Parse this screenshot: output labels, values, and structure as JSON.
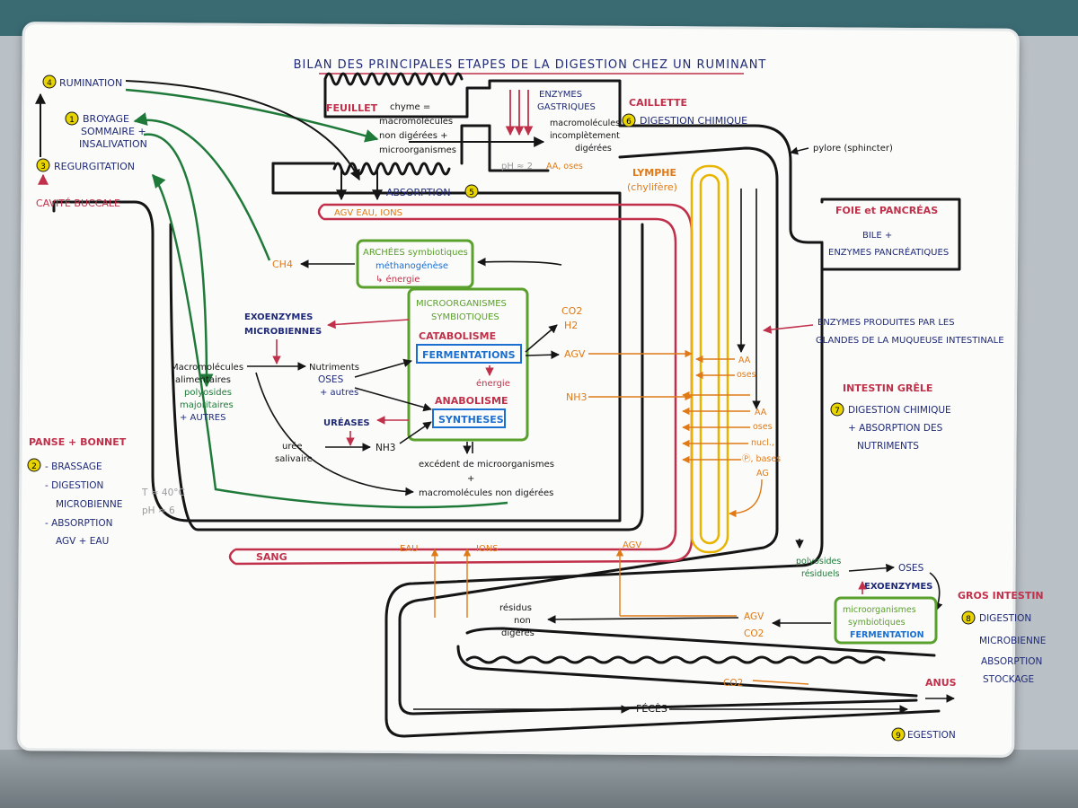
{
  "title": "BILAN DES PRINCIPALES ETAPES DE LA DIGESTION CHEZ UN RUMINANT",
  "colors": {
    "black": "#151515",
    "navy": "#1f2a78",
    "green": "#1f7a3a",
    "lightgreen": "#5aa02c",
    "red": "#c0304a",
    "orange": "#e07a16",
    "yellow": "#e8b400",
    "blue": "#1a6fd0",
    "brown": "#8a4a1c",
    "grey": "#9a9a9a"
  },
  "steps": {
    "rumination": "RUMINATION",
    "broyage_1": "BROYAGE",
    "broyage_2": "SOMMAIRE +",
    "broyage_3": "INSALIVATION",
    "regurgitation": "REGURGITATION",
    "n4": "4",
    "n1": "1",
    "n3": "3",
    "n2": "2",
    "n5": "5",
    "n6": "6",
    "n7": "7",
    "n8": "8",
    "n9": "9"
  },
  "organs": {
    "cavite_buccale": "CAVITÉ BUCCALE",
    "feuillet": "FEUILLET",
    "caillette": "CAILLETTE",
    "foie_pancreas": "FOIE et PANCRÉAS",
    "panse_bonnet": "PANSE + BONNET",
    "intestin_grele": "INTESTIN GRÊLE",
    "gros_intestin": "GROS INTESTIN",
    "anus": "ANUS",
    "lymphe_1": "LYMPHE",
    "lymphe_2": "(chylifère)",
    "sang": "SANG"
  },
  "feuillet": {
    "chyme_1": "chyme =",
    "chyme_2": "macromolécules",
    "chyme_3": "non digérées +",
    "chyme_4": "microorganismes",
    "absorption": "ABSORPTION",
    "agv_eau": "AGV    EAU, IONS"
  },
  "caillette": {
    "enzymes_1": "ENZYMES",
    "enzymes_2": "GASTRIQUES",
    "macro_1": "macromolécules",
    "macro_2": "incomplètement",
    "macro_3": "digérées",
    "ph": "pH ≈ 2",
    "aa_oses": "AA, oses",
    "digestion_chimique": "DIGESTION CHIMIQUE",
    "pylore": "pylore (sphincter)"
  },
  "foie": {
    "bile": "BILE +",
    "enzymes": "ENZYMES PANCRÉATIQUES"
  },
  "rumen": {
    "archees_1": "ARCHÉES symbiotiques",
    "archees_2": "méthanogénèse",
    "archees_3": "↳ énergie",
    "ch4": "CH4",
    "micro_1": "MICROORGANISMES",
    "micro_2": "SYMBIOTIQUES",
    "catabolisme": "CATABOLISME",
    "fermentations": "FERMENTATIONS",
    "energie": "énergie",
    "anabolisme": "ANABOLISME",
    "syntheses": "SYNTHESES",
    "co2": "CO2",
    "h2": "H2",
    "agv": "AGV",
    "nh3_out": "NH3",
    "exoenzymes_1": "EXOENZYMES",
    "exoenzymes_2": "MICROBIENNES",
    "macro_1": "Macromolécules",
    "macro_2": "alimentaires",
    "macro_3": "polyosides",
    "macro_4": "majoritaires",
    "macro_5": "+ AUTRES",
    "nutriments": "Nutriments",
    "oses": "OSES",
    "autres": "+ autres",
    "ureases": "URÉASES",
    "uree_1": "urée",
    "uree_2": "salivaire",
    "nh3": "NH3",
    "excedent_1": "excédent de microorganismes",
    "excedent_2": "+",
    "excedent_3": "macromolécules non digérées",
    "temp": "T ≈ 40°C",
    "ph": "pH ≈ 6",
    "brassage": "- BRASSAGE",
    "digestion_1": "- DIGESTION",
    "digestion_2": "MICROBIENNE",
    "absorption_1": "- ABSORPTION",
    "absorption_2": "AGV + EAU"
  },
  "intestin": {
    "enzymes_1": "ENZYMES PRODUITES PAR LES",
    "enzymes_2": "GLANDES DE LA MUQUEUSE INTESTINALE",
    "aa1": "AA",
    "oses1": "oses",
    "aa2": "AA",
    "oses2": "oses",
    "nucl": "nucl.,",
    "p_bases": "Ⓟ, bases",
    "ag": "AG",
    "digestion_1": "DIGESTION CHIMIQUE",
    "digestion_2": "+ ABSORPTION DES",
    "digestion_3": "NUTRIMENTS"
  },
  "gros": {
    "polyosides_1": "polyosides",
    "polyosides_2": "résiduels",
    "oses": "OSES",
    "exoenzymes": "EXOENZYMES",
    "micro_1": "microorganismes",
    "micro_2": "symbiotiques",
    "fermentation": "FERMENTATION",
    "agv": "AGV",
    "co2": "CO2",
    "co2b": "CO2",
    "residus_1": "résidus",
    "residus_2": "non",
    "residus_3": "digérés",
    "feces": "FÉCÈS",
    "digestion_1": "DIGESTION",
    "digestion_2": "MICROBIENNE",
    "digestion_3": "ABSORPTION",
    "digestion_4": "STOCKAGE",
    "egestion": "EGESTION"
  },
  "sang": {
    "eau": "EAU",
    "ions": "IONS",
    "agv": "AGV"
  }
}
